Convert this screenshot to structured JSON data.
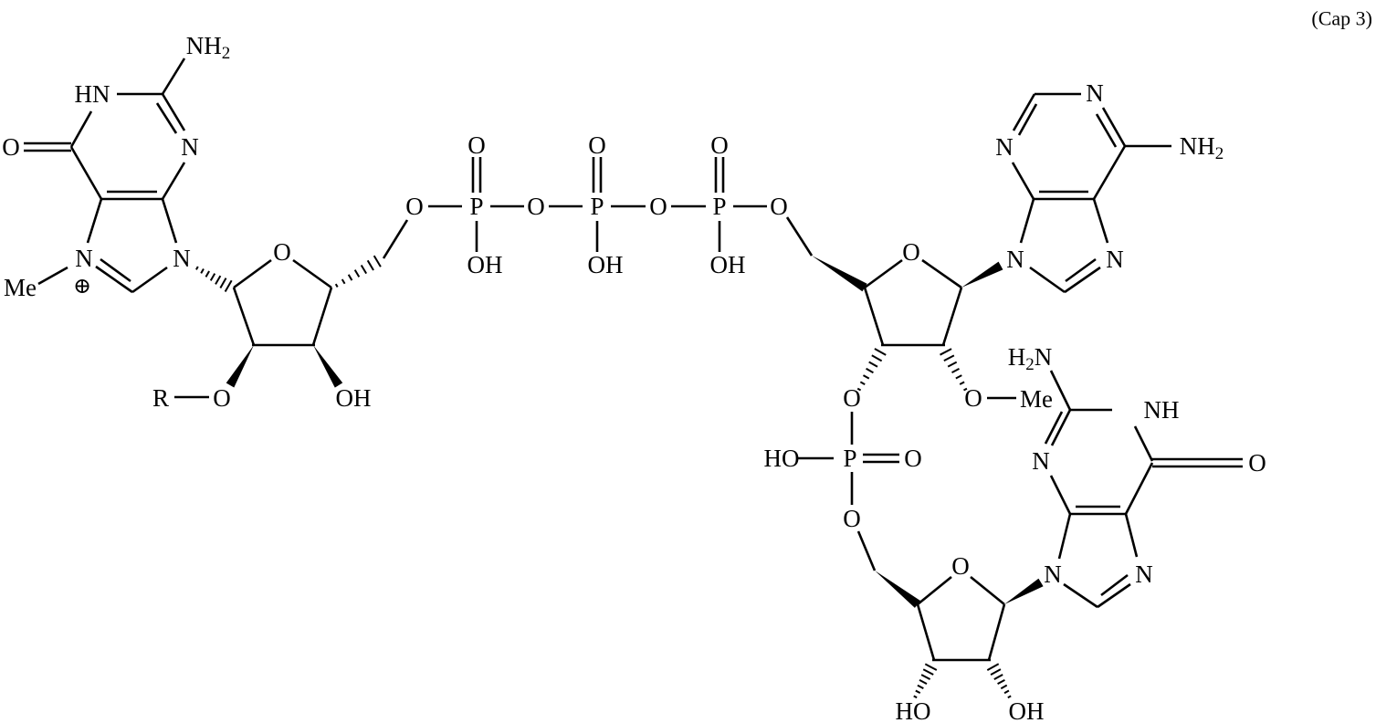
{
  "caption": "(Cap 3)",
  "m7g": {
    "nh2": "NH2",
    "hn": "HN",
    "n3": "N",
    "o6": "O",
    "n7": "N",
    "me": "Me",
    "charge": "⊕",
    "n9": "N",
    "ring_o": "O",
    "o5": "O",
    "r": "R",
    "o2": "O",
    "oh3": "OH"
  },
  "triphosphate": {
    "p1": "P",
    "p2": "P",
    "p3": "P",
    "o_bridge_1": "O",
    "o_bridge_2": "O",
    "o_end": "O",
    "oxo1": "O",
    "oxo2": "O",
    "oxo3": "O",
    "oh1": "OH",
    "oh2": "OH",
    "oh3": "OH"
  },
  "adenosine": {
    "ring_o": "O",
    "n9": "N",
    "n3": "N",
    "n1": "N",
    "nh2": "NH2",
    "n7": "N",
    "o3": "O",
    "o2": "O",
    "me": "Me"
  },
  "phosphate": {
    "ho": "HO",
    "p": "P",
    "oxo": "O",
    "o5": "O"
  },
  "guanosine": {
    "ring_o": "O",
    "n9": "N",
    "h2n": "H2N",
    "nh": "NH",
    "n3": "N",
    "o6": "O",
    "n7": "N",
    "ho3": "HO",
    "oh2": "OH"
  }
}
